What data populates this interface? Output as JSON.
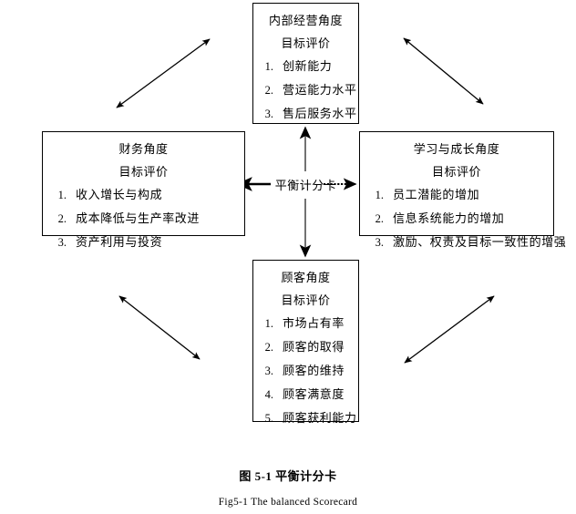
{
  "figure": {
    "caption_cn": "图 5-1 平衡计分卡",
    "caption_en": "Fig5-1 The balanced Scorecard",
    "center_label": "平衡计分卡",
    "subtitle_common": "目标评价"
  },
  "boxes": {
    "internal": {
      "title": "内部经营角度",
      "subtitle": "目标评价",
      "items": [
        {
          "num": "1.",
          "text": "创新能力"
        },
        {
          "num": "2.",
          "text": "营运能力水平"
        },
        {
          "num": "3.",
          "text": "售后服务水平"
        }
      ]
    },
    "finance": {
      "title": "财务角度",
      "subtitle": "目标评价",
      "items": [
        {
          "num": "1.",
          "text": "收入增长与构成"
        },
        {
          "num": "2.",
          "text": "成本降低与生产率改进"
        },
        {
          "num": "3.",
          "text": "资产利用与投资"
        }
      ]
    },
    "learning": {
      "title": "学习与成长角度",
      "subtitle": "目标评价",
      "items": [
        {
          "num": "1.",
          "text": "员工潜能的增加"
        },
        {
          "num": "2.",
          "text": "信息系统能力的增加"
        },
        {
          "num": "3.",
          "text": "激励、权责及目标一致性的增强"
        }
      ]
    },
    "customer": {
      "title": "顾客角度",
      "subtitle": "目标评价",
      "items": [
        {
          "num": "1.",
          "text": "市场占有率"
        },
        {
          "num": "2.",
          "text": "顾客的取得"
        },
        {
          "num": "3.",
          "text": "顾客的维持"
        },
        {
          "num": "4.",
          "text": "顾客满意度"
        },
        {
          "num": "5.",
          "text": "顾客获利能力"
        }
      ]
    }
  },
  "connectors": [
    {
      "name": "arrow-center-to-internal",
      "style": "single-head-up"
    },
    {
      "name": "arrow-center-to-customer",
      "style": "single-head-down"
    },
    {
      "name": "arrow-center-to-finance",
      "style": "single-head-left"
    },
    {
      "name": "arrow-center-to-learning",
      "style": "single-head-right"
    },
    {
      "name": "arrow-diagonal-top-left",
      "style": "double-head"
    },
    {
      "name": "arrow-diagonal-top-right",
      "style": "double-head"
    },
    {
      "name": "arrow-diagonal-bottom-left",
      "style": "double-head"
    },
    {
      "name": "arrow-diagonal-bottom-right",
      "style": "double-head"
    }
  ],
  "colors": {
    "line": "#000000",
    "text": "#000000",
    "background": "#ffffff"
  }
}
